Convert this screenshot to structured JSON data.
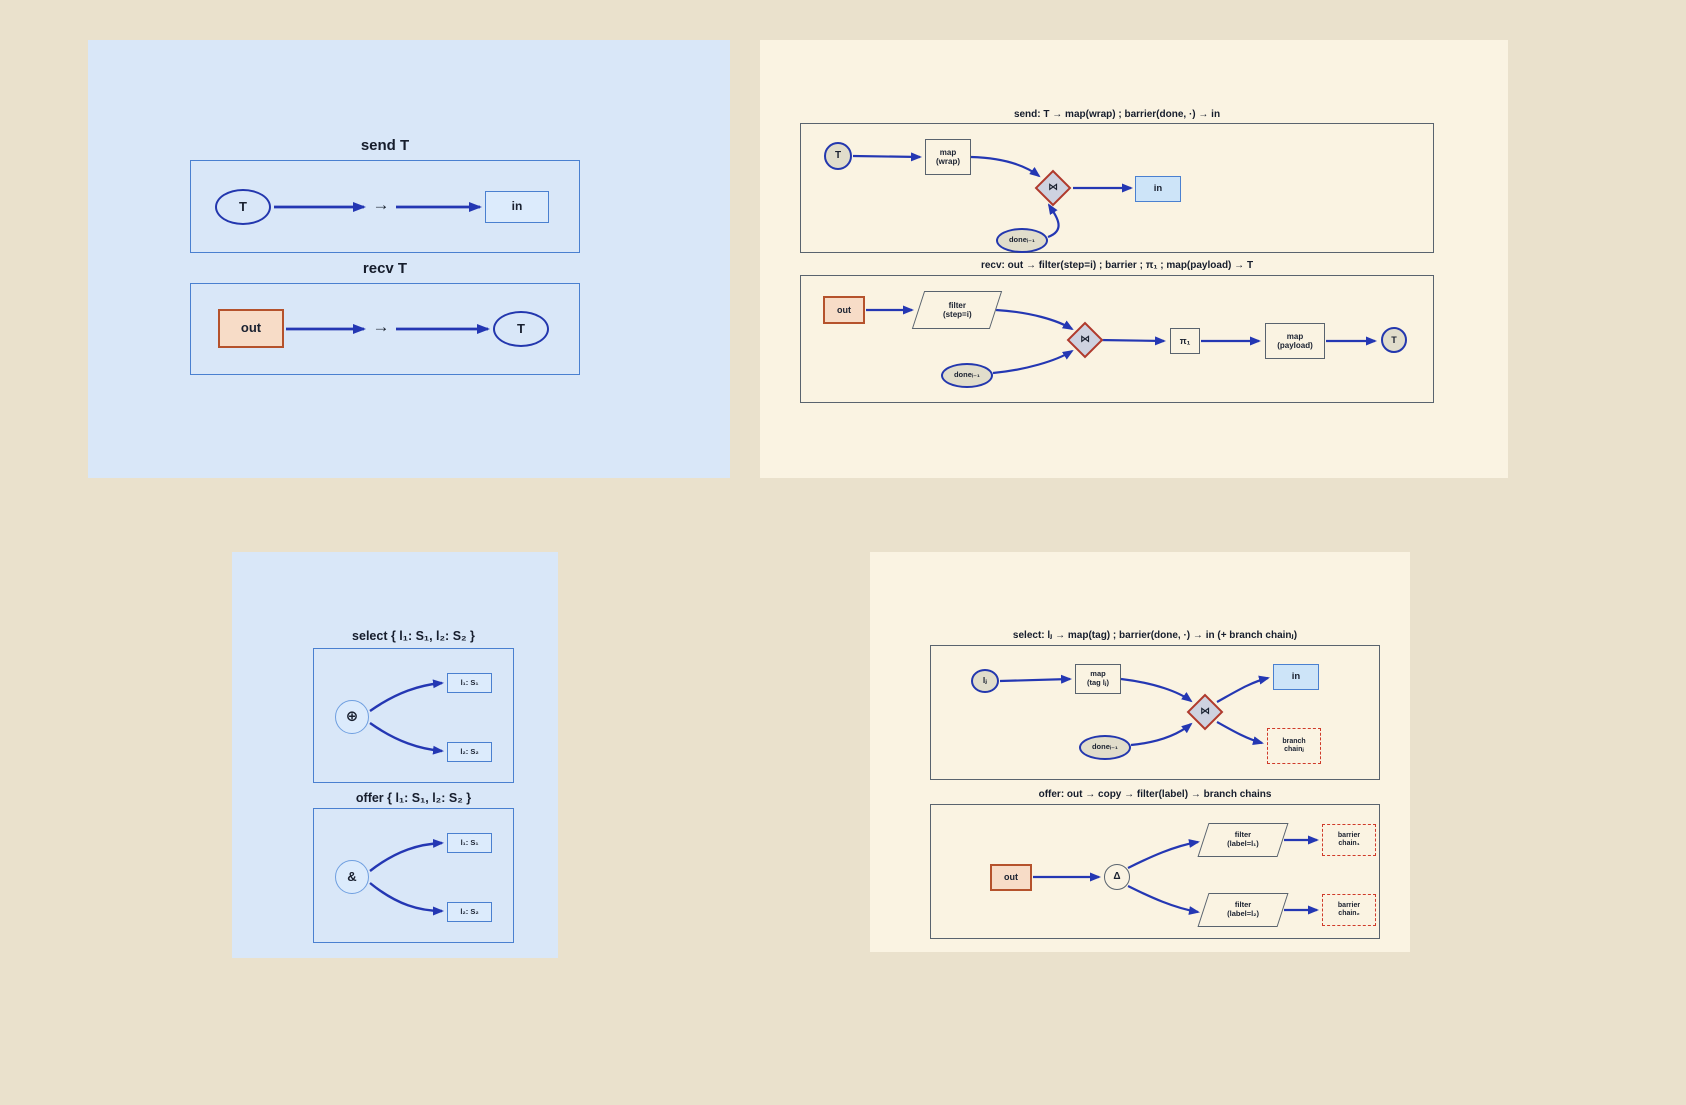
{
  "colors": {
    "page_bg": "#eae1cc",
    "blue_panel_bg": "#d9e7f8",
    "cream_panel_bg": "#faf3e2",
    "arrow_blue": "#2437b3",
    "box_blue_border": "#4a80d0",
    "orange_border": "#b5522c",
    "orange_fill": "#f7dcc7",
    "diamond_red_border": "#b13a2c",
    "dashed_red": "#cf3a2a",
    "gray_border": "#59636e",
    "in_fill": "#cde4f8",
    "done_fill": "#e1ddcb"
  },
  "panel_session": {
    "send": {
      "title": "send T",
      "source_label": "T",
      "mid_glyph": "→",
      "target_label": "in"
    },
    "recv": {
      "title": "recv T",
      "source_label": "out",
      "mid_glyph": "→",
      "target_label": "T"
    }
  },
  "panel_impl_sendrecv": {
    "send": {
      "title": "send: T → map(wrap) ; barrier(done, ·) → in",
      "source": "T",
      "map": "map\n(wrap)",
      "join": "⋈",
      "done": "doneᵢ₋₁",
      "target": "in"
    },
    "recv": {
      "title": "recv: out → filter(step=i) ; barrier ; π₁ ; map(payload) → T",
      "source": "out",
      "filter": "filter\n(step=i)",
      "join": "⋈",
      "done": "doneᵢ₋₁",
      "proj": "π₁",
      "map": "map\n(payload)",
      "target": "T"
    }
  },
  "panel_choice": {
    "select": {
      "title": "select { l₁: S₁, l₂: S₂ }",
      "node": "⊕",
      "branch1": "l₁: S₁",
      "branch2": "l₂: S₂"
    },
    "offer": {
      "title": "offer { l₁: S₁, l₂: S₂ }",
      "node": "&",
      "branch1": "l₁: S₁",
      "branch2": "l₂: S₂"
    }
  },
  "panel_impl_choice": {
    "select": {
      "title": "select: lⱼ → map(tag) ; barrier(done, ·) → in (+ branch chainⱼ)",
      "source": "lⱼ",
      "map": "map\n(tag lⱼ)",
      "join": "⋈",
      "done": "doneᵢ₋₁",
      "target": "in",
      "branch": "branch\nchainⱼ"
    },
    "offer": {
      "title": "offer: out → copy → filter(label) → branch chains",
      "source": "out",
      "copy": "Δ",
      "filter1": "filter\n(label=l₁)",
      "filter2": "filter\n(label=l₂)",
      "chain1": "barrier\nchain₁",
      "chain2": "barrier\nchain₂"
    }
  }
}
